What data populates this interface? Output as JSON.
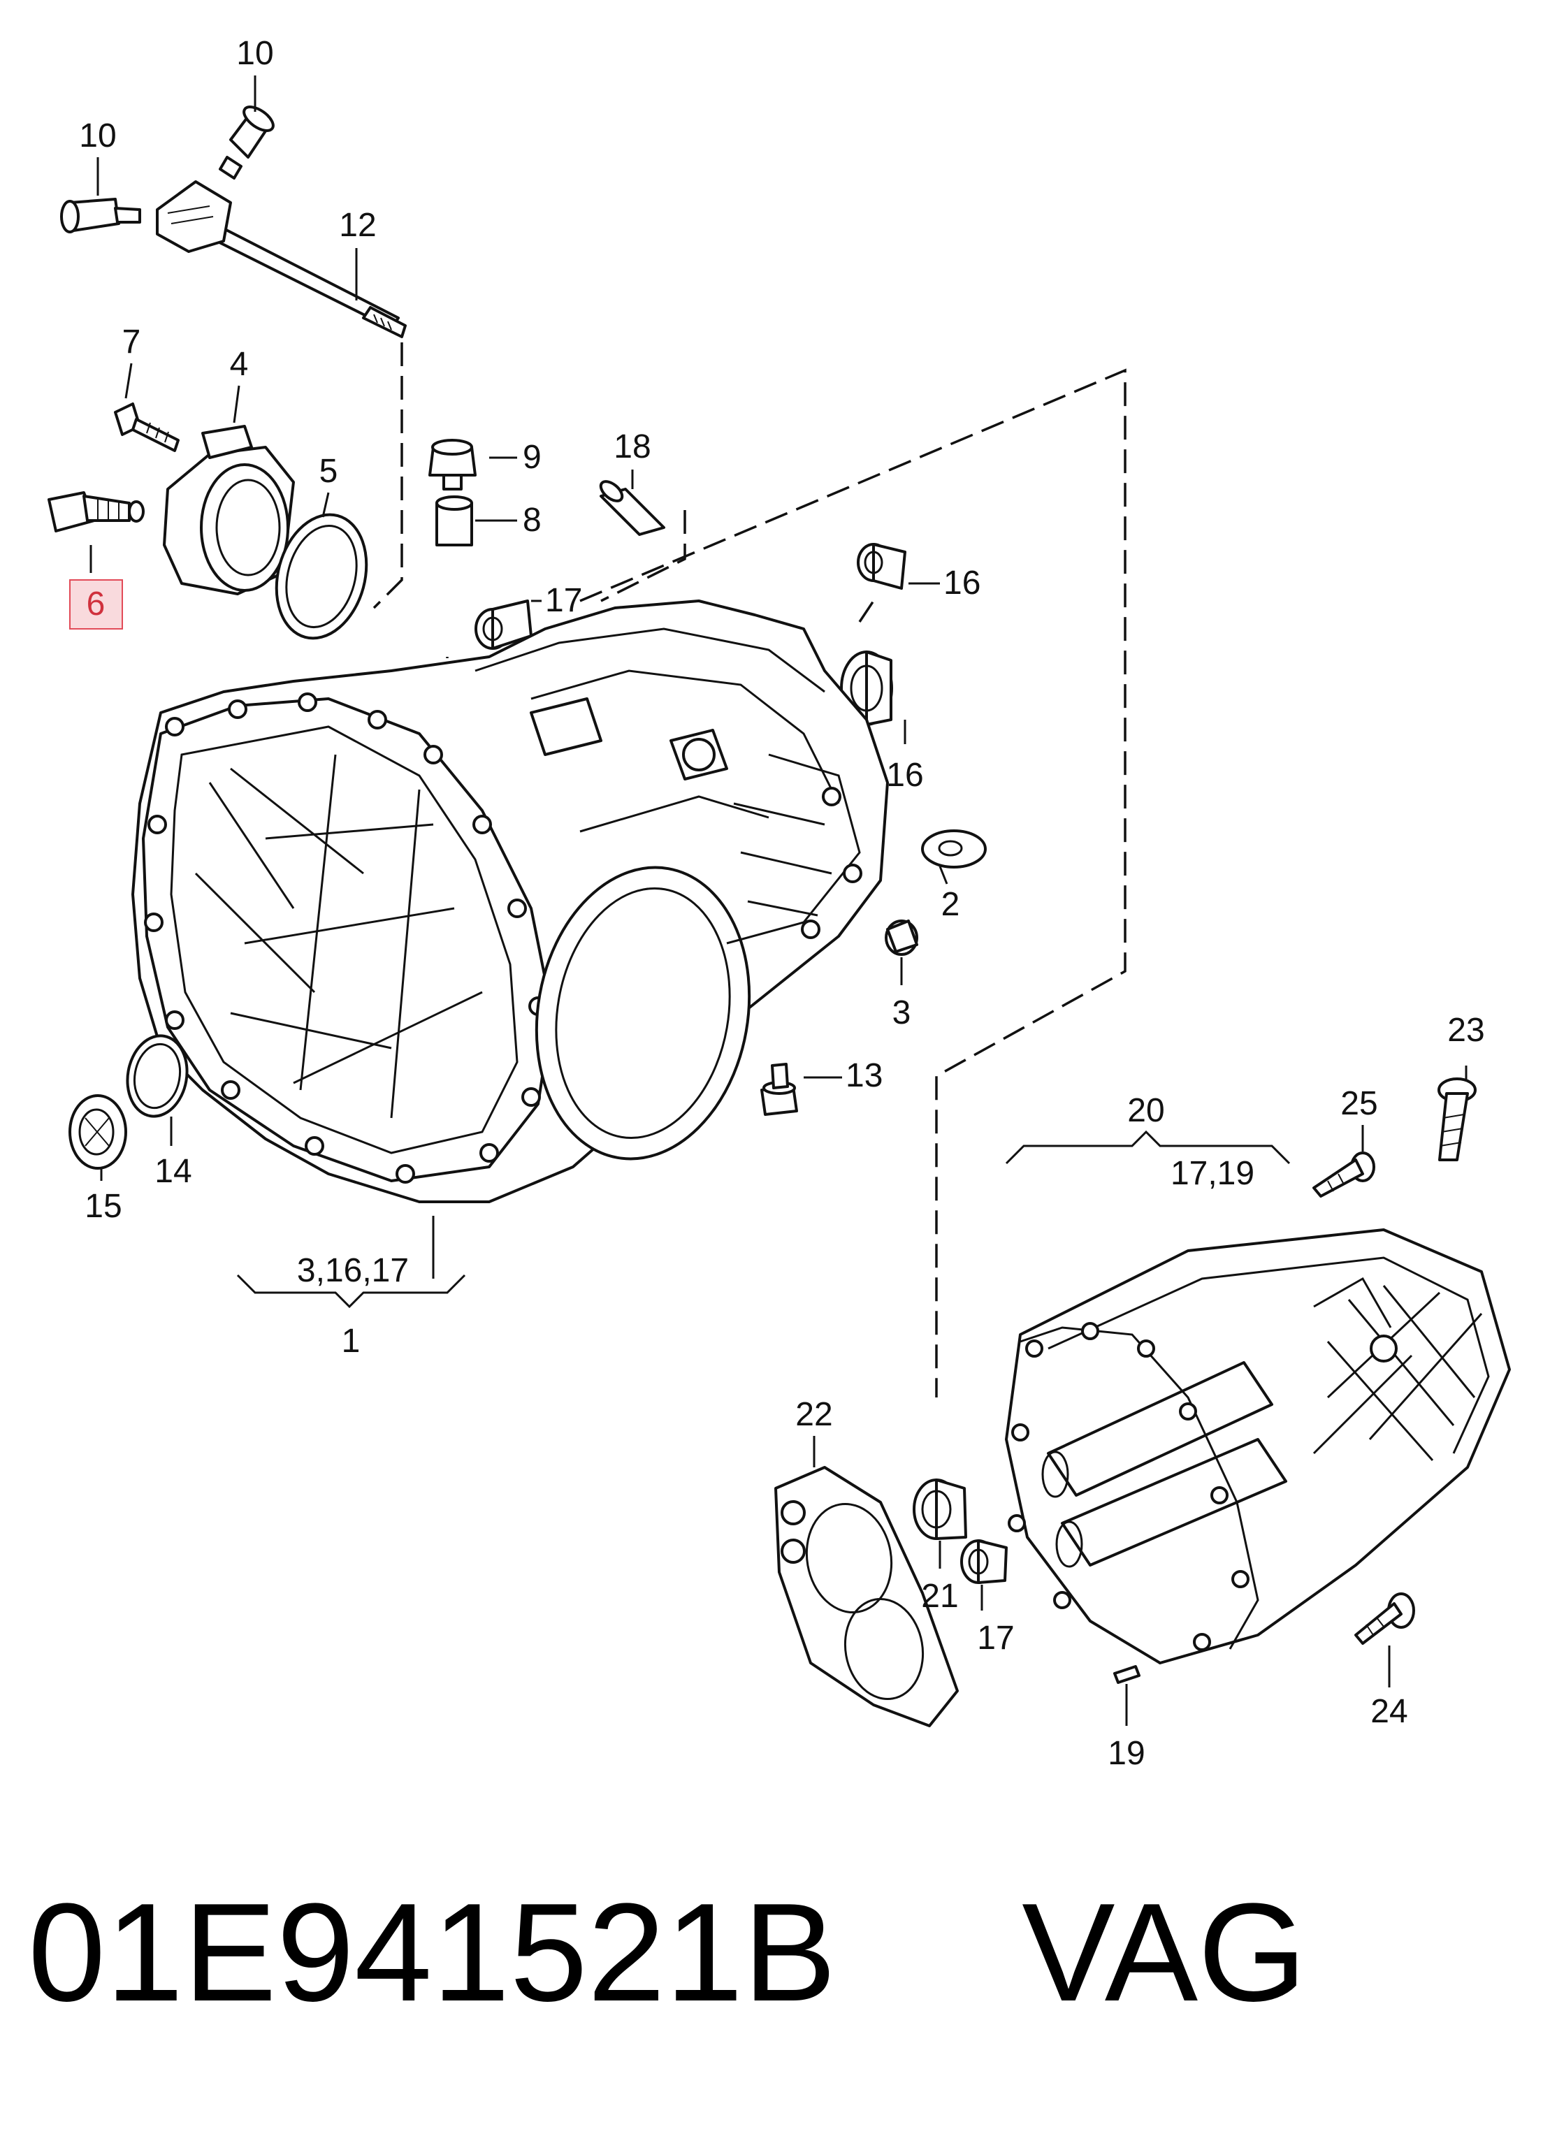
{
  "footer": {
    "part_number": "01E941521B",
    "brand": "VAG"
  },
  "highlight_color": "#d0313d",
  "callouts": {
    "c1": "1",
    "c2": "2",
    "c3": "3",
    "c4": "4",
    "c5": "5",
    "c6": "6",
    "c7": "7",
    "c8": "8",
    "c9": "9",
    "c10a": "10",
    "c10b": "10",
    "c12": "12",
    "c13": "13",
    "c14": "14",
    "c15": "15",
    "c16a": "16",
    "c16b": "16",
    "c17a": "17",
    "c17b": "17",
    "c18": "18",
    "c19": "19",
    "c20": "20",
    "c21": "21",
    "c22": "22",
    "c23": "23",
    "c24": "24",
    "c25": "25",
    "g1": "3,16,17",
    "g20": "17,19"
  }
}
